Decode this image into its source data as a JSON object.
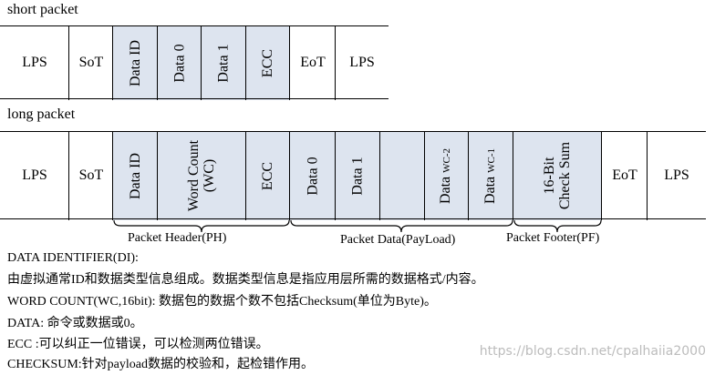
{
  "short_packet": {
    "title": "short packet",
    "cells": [
      "LPS",
      "SoT",
      "Data ID",
      "Data 0",
      "Data 1",
      "ECC",
      "EoT",
      "LPS"
    ]
  },
  "long_packet": {
    "title": "long packet",
    "lps_left": "LPS",
    "sot": "SoT",
    "data_id": "Data ID",
    "word_count_line1": "Word Count",
    "word_count_line2": "(WC)",
    "ecc": "ECC",
    "data0": "Data 0",
    "data1": "Data 1",
    "data_wc2_main": "Data",
    "data_wc2_sub": "WC-2",
    "data_wc1_main": "Data",
    "data_wc1_sub": "WC-1",
    "checksum_line1": "16-Bit",
    "checksum_line2": "Check Sum",
    "eot": "EoT",
    "lps_right": "LPS"
  },
  "braces": {
    "header": "Packet Header(PH)",
    "payload": "Packet Data(PayLoad)",
    "footer": "Packet Footer(PF)"
  },
  "notes": [
    "DATA IDENTIFIER(DI):",
    "由虚拟通常ID和数据类型信息组成。数据类型信息是指应用层所需的数据格式/内容。",
    "WORD COUNT(WC,16bit): 数据包的数据个数不包括Checksum(单位为Byte)。",
    "DATA: 命令或数据或0。",
    "ECC :可以纠正一位错误，可以检测两位错误。",
    "CHECKSUM:针对payload数据的校验和，起检错作用。"
  ],
  "watermark": "https://blog.csdn.net/cpalhaiia2000"
}
